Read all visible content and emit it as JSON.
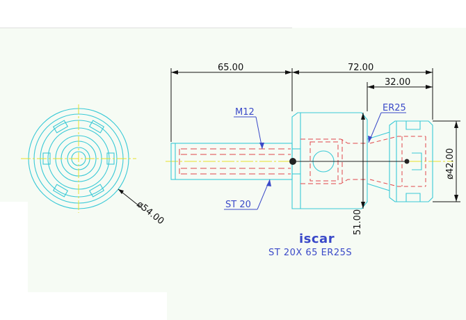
{
  "colors": {
    "sheet": "#f6fbf4",
    "paper": "#ffffff",
    "cyan": "#39c9d6",
    "red": "#e0464a",
    "yellow": "#e6e02a",
    "dim": "#111111",
    "blue": "#3a49c8"
  },
  "dimensions": {
    "overall_left": "65.00",
    "overall_right": "72.00",
    "collet_length": "32.00",
    "collet_diameter": "ø42.00",
    "body_width": "51.00",
    "flange_diameter": "ø54.00"
  },
  "callouts": {
    "thread": "M12",
    "collet": "ER25",
    "shank": "ST 20"
  },
  "brand": {
    "logo": "iscar"
  },
  "part_code": "ST 20X 65 ER25S"
}
